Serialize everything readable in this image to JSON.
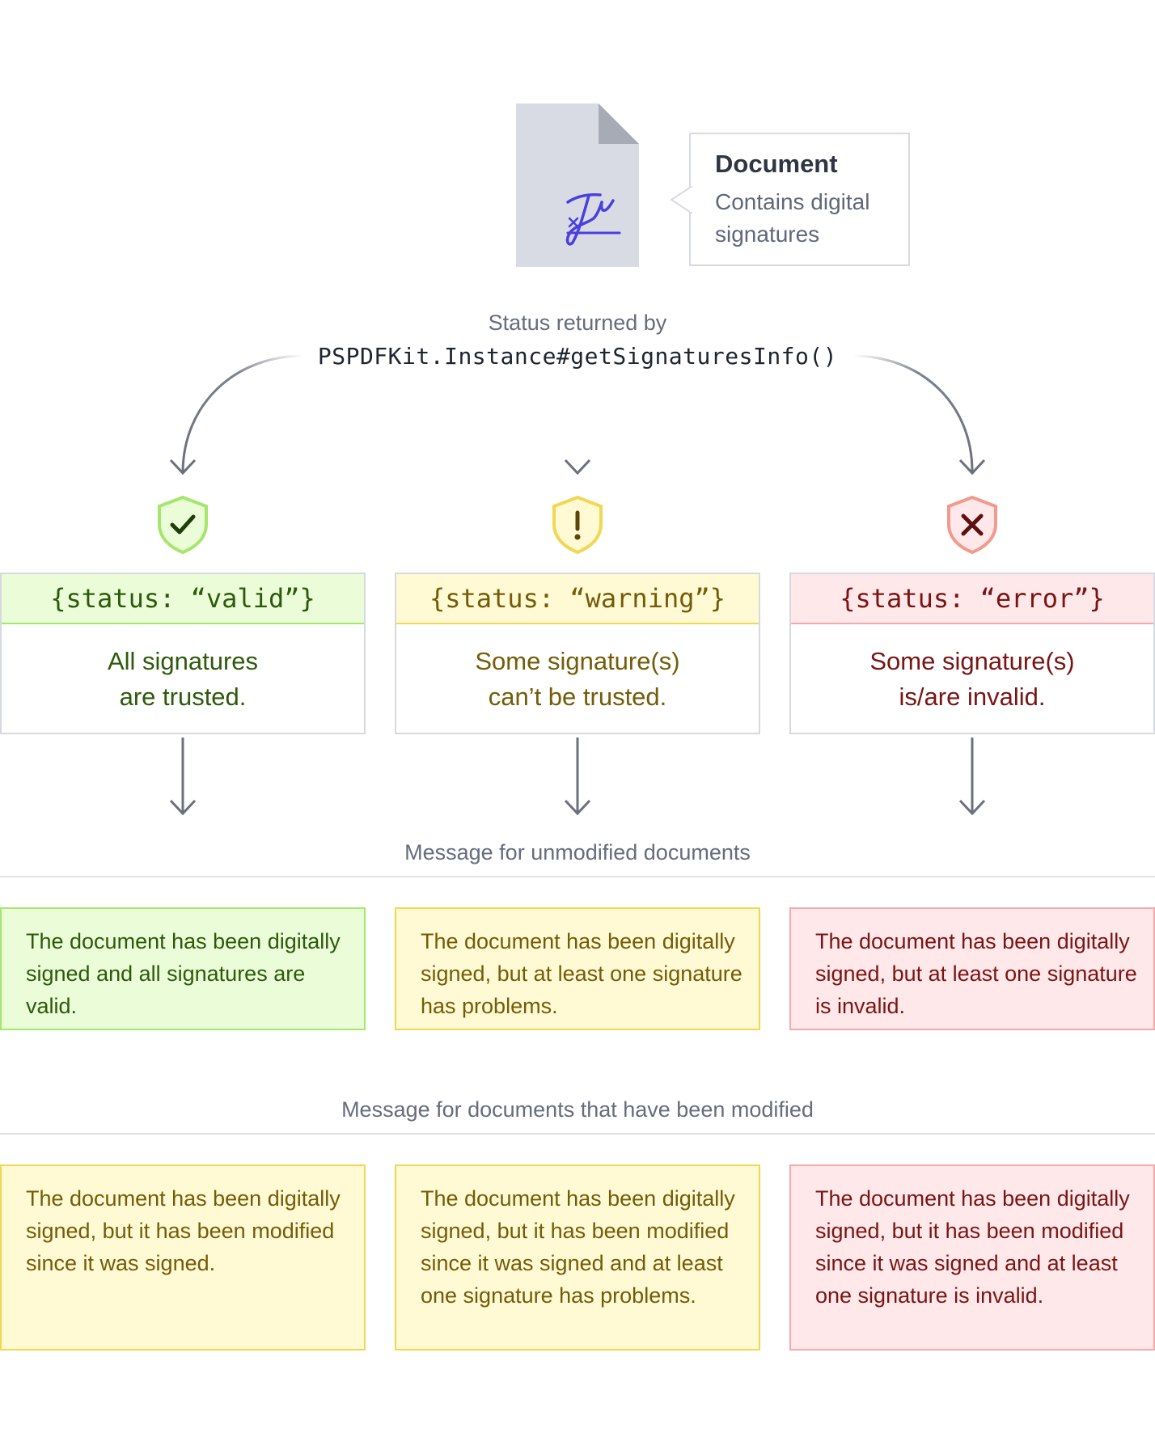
{
  "document": {
    "title": "Document",
    "subtitle": "Contains digital signatures"
  },
  "status_source": {
    "caption": "Status returned by",
    "code": "PSPDFKit.Instance#getSignaturesInfo()"
  },
  "statuses": [
    {
      "key": "valid",
      "code": "{status: “valid”}",
      "line1": "All signatures",
      "line2": "are trusted.",
      "color": "#2d5a0a",
      "icon": "checkmark-shield-icon"
    },
    {
      "key": "warning",
      "code": "{status: “warning”}",
      "line1": "Some signature(s)",
      "line2": "can’t be trusted.",
      "color": "#735c08",
      "icon": "exclamation-shield-icon"
    },
    {
      "key": "error",
      "code": "{status: “error”}",
      "line1": "Some signature(s)",
      "line2": "is/are invalid.",
      "color": "#7a1414",
      "icon": "x-shield-icon"
    }
  ],
  "unmodified": {
    "title": "Message for unmodified documents",
    "messages": [
      "The document has been digitally signed and all signatures are valid.",
      "The document has been digitally signed, but at least one signature has problems.",
      "The document has been digitally signed, but at least one signature is invalid."
    ]
  },
  "modified": {
    "title": "Message for documents that have been modified",
    "messages": [
      "The document has been digitally signed, but it has been modified since it was signed.",
      "The document has been digitally signed, but it has been modified since it was signed and at least one signature has problems.",
      "The document has been digitally signed, but it has been modified since it was signed and at least one signature is invalid."
    ]
  },
  "colors": {
    "green": "#a6e66d",
    "yellow": "#f2d752",
    "red": "#f5a9ae",
    "signature_ink": "#4a3fe0"
  }
}
